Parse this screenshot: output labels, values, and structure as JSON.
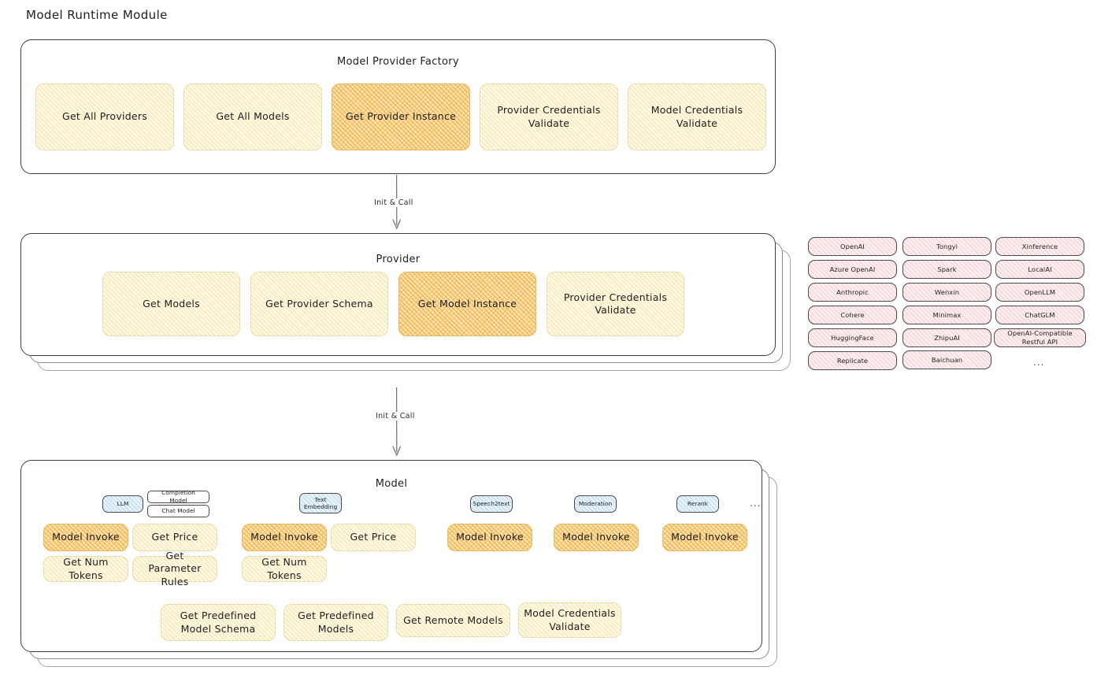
{
  "page": {
    "title": "Model Runtime Module"
  },
  "factory": {
    "title": "Model Provider Factory",
    "nodes": [
      {
        "label": "Get All Providers",
        "emphasis": false
      },
      {
        "label": "Get All Models",
        "emphasis": false
      },
      {
        "label": "Get Provider Instance",
        "emphasis": true
      },
      {
        "label": "Provider Credentials Validate",
        "emphasis": false
      },
      {
        "label": "Model Credentials Validate",
        "emphasis": false
      }
    ]
  },
  "arrows": [
    {
      "label": "Init & Call"
    },
    {
      "label": "Init & Call"
    }
  ],
  "provider": {
    "title": "Provider",
    "nodes": [
      {
        "label": "Get Models",
        "emphasis": false
      },
      {
        "label": "Get Provider Schema",
        "emphasis": false
      },
      {
        "label": "Get Model Instance",
        "emphasis": true
      },
      {
        "label": "Provider Credentials Validate",
        "emphasis": false
      }
    ]
  },
  "provider_list": {
    "columns": [
      [
        "OpenAI",
        "Azure OpenAI",
        "Anthropic",
        "Cohere",
        "HuggingFace",
        "Replicate"
      ],
      [
        "Tongyi",
        "Spark",
        "Wenxin",
        "Minimax",
        "ZhipuAI",
        "Baichuan"
      ],
      [
        "Xinference",
        "LocalAI",
        "OpenLLM",
        "ChatGLM",
        "OpenAI-Compatible Restful API"
      ]
    ],
    "more": "..."
  },
  "model": {
    "title": "Model",
    "more_badge": "...",
    "types": [
      {
        "badge": "LLM",
        "sub_badges": [
          "Completion Model",
          "Chat Model"
        ],
        "nodes": [
          {
            "label": "Model Invoke",
            "emphasis": true
          },
          {
            "label": "Get Price",
            "emphasis": false
          },
          {
            "label": "Get Num Tokens",
            "emphasis": false
          },
          {
            "label": "Get Parameter Rules",
            "emphasis": false
          }
        ]
      },
      {
        "badge": "Text Embedding",
        "sub_badges": [],
        "nodes": [
          {
            "label": "Model Invoke",
            "emphasis": true
          },
          {
            "label": "Get Price",
            "emphasis": false
          },
          {
            "label": "Get Num Tokens",
            "emphasis": false
          }
        ]
      },
      {
        "badge": "Speech2text",
        "sub_badges": [],
        "nodes": [
          {
            "label": "Model Invoke",
            "emphasis": true
          }
        ]
      },
      {
        "badge": "Moderation",
        "sub_badges": [],
        "nodes": [
          {
            "label": "Model Invoke",
            "emphasis": true
          }
        ]
      },
      {
        "badge": "Rerank",
        "sub_badges": [],
        "nodes": [
          {
            "label": "Model Invoke",
            "emphasis": true
          }
        ]
      }
    ],
    "shared_nodes": [
      {
        "label": "Get Predefined Model Schema"
      },
      {
        "label": "Get Predefined Models"
      },
      {
        "label": "Get Remote Models"
      },
      {
        "label": "Model Credentials Validate"
      }
    ]
  },
  "colors": {
    "node_light": "#fdf8e3",
    "node_emphasis": "#fbe4b4",
    "provider_pill": "#fdeff0",
    "type_badge": "#e8f2fb",
    "stroke": "#1e1e1e",
    "background": "#ffffff"
  }
}
